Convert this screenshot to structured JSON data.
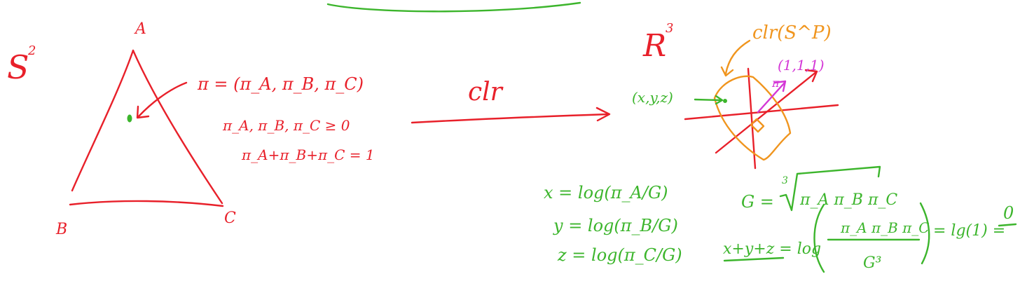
{
  "colors": {
    "simplex": "#e8202a",
    "formulas": "#3cb52c",
    "vector": "#d437d6",
    "clr_image": "#f0951e"
  },
  "left": {
    "space_label": "S",
    "space_exp": "2",
    "vertex_a": "A",
    "vertex_b": "B",
    "vertex_c": "C",
    "pi_def": "π = (π_A, π_B, π_C)",
    "nonneg": "π_A, π_B, π_C ≥ 0",
    "sum_one": "π_A+π_B+π_C = 1"
  },
  "map_label": "clr",
  "right": {
    "space_label": "R",
    "space_exp": "3",
    "clr_image_label": "clr(S^P)",
    "point_label": "(x,y,z)",
    "ones_label": "(1,1,1)",
    "pi_vec_label": "π"
  },
  "formulas": {
    "x": "x = log(π_A/G)",
    "y": "y = log(π_B/G)",
    "z": "z = log(π_C/G)",
    "g_lhs": "G =",
    "g_root_index": "3",
    "g_radicand": "π_A π_B π_C",
    "sum_lhs": "x+y+z = log",
    "frac_num": "π_A π_B π_C",
    "frac_den": "G³",
    "sum_rhs": "= lg(1) = ",
    "sum_zero": "0"
  }
}
